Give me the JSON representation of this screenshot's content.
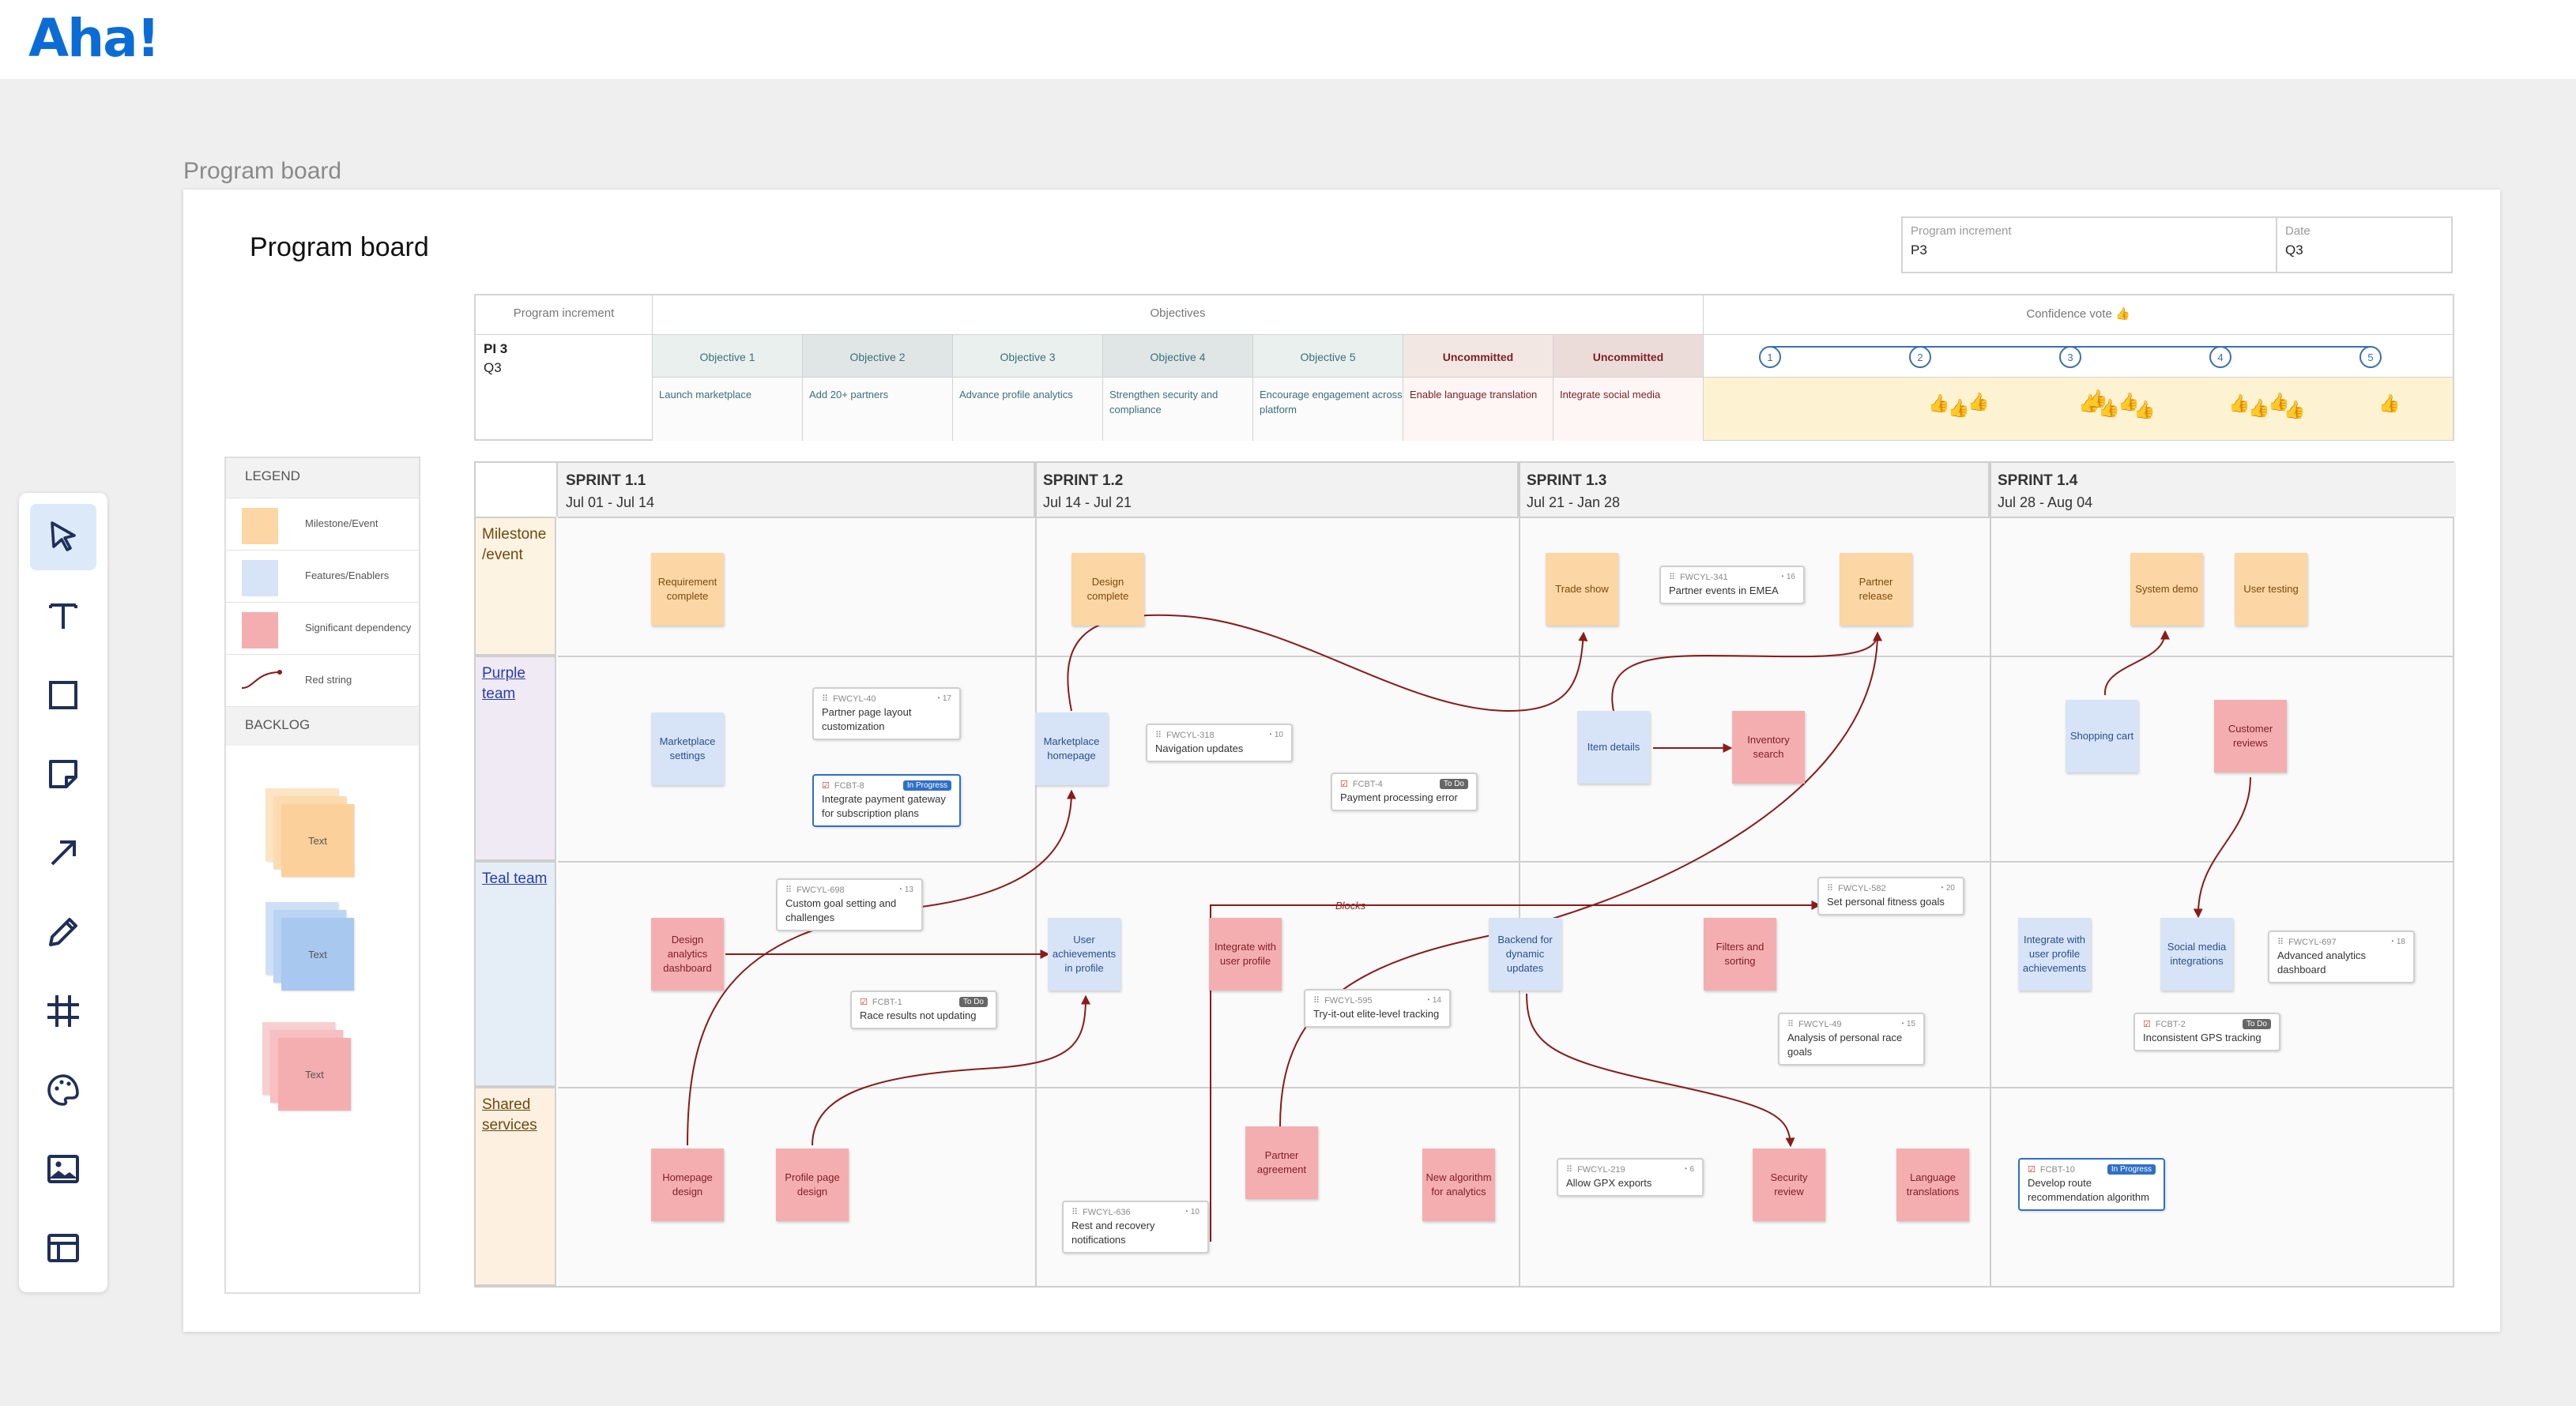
{
  "app": {
    "logo": "Aha!",
    "breadcrumb": "Program board"
  },
  "board": {
    "title": "Program board",
    "meta": [
      {
        "label": "Program increment",
        "value": "P3"
      },
      {
        "label": "Date",
        "value": "Q3"
      }
    ]
  },
  "toolbar": {
    "tools": [
      "select-icon",
      "text-icon",
      "shape-icon",
      "sticky-note-icon",
      "arrow-icon",
      "pen-icon",
      "frame-icon",
      "palette-icon",
      "image-icon",
      "template-icon"
    ],
    "active": "select-icon"
  },
  "legend": {
    "title": "LEGEND",
    "items": [
      {
        "label": "Milestone/Event",
        "color": "#fcd6a4"
      },
      {
        "label": "Features/Enablers",
        "color": "#d7e4f7"
      },
      {
        "label": "Significant dependency",
        "color": "#f5aeb0"
      },
      {
        "label": "Red string",
        "color": "#8b1a1a"
      }
    ],
    "backlog_title": "BACKLOG",
    "backlog_stacks": [
      {
        "label": "Text",
        "color": "#fcd6a4"
      },
      {
        "label": "Text",
        "color": "#a9c8ef"
      },
      {
        "label": "Text",
        "color": "#f5aeb0"
      }
    ]
  },
  "pi_table": {
    "col_program_increment": "Program increment",
    "col_objectives": "Objectives",
    "col_confidence": "Confidence vote 👍",
    "pi_name": "PI 3",
    "pi_quarter": "Q3",
    "objectives": [
      {
        "name": "Objective 1",
        "desc": "Launch marketplace"
      },
      {
        "name": "Objective 2",
        "desc": "Add 20+ partners"
      },
      {
        "name": "Objective 3",
        "desc": "Advance profile analytics"
      },
      {
        "name": "Objective 4",
        "desc": "Strengthen security and compliance"
      },
      {
        "name": "Objective 5",
        "desc": "Encourage engagement across platform"
      },
      {
        "name": "Uncommitted",
        "desc": "Enable language translation"
      },
      {
        "name": "Uncommitted",
        "desc": "Integrate social media"
      }
    ],
    "vote_scale": [
      "1",
      "2",
      "3",
      "4",
      "5"
    ],
    "vote_counts": [
      0,
      3,
      5,
      4,
      1
    ]
  },
  "sprints": [
    {
      "name": "SPRINT 1.1",
      "dates": "Jul 01 - Jul 14"
    },
    {
      "name": "SPRINT 1.2",
      "dates": "Jul 14 - Jul 21"
    },
    {
      "name": "SPRINT 1.3",
      "dates": "Jul 21 - Jan 28"
    },
    {
      "name": "SPRINT 1.4",
      "dates": "Jul 28 - Aug 04"
    }
  ],
  "rows": [
    {
      "label": "Milestone /event",
      "color": "#fdf3e2"
    },
    {
      "label": "Purple team",
      "color": "#efeaf3"
    },
    {
      "label": "Teal team",
      "color": "#e5eef7"
    },
    {
      "label": "Shared services",
      "color": "#fdf0e0"
    }
  ],
  "stickies": [
    {
      "text": "Requirement complete"
    },
    {
      "text": "Design complete"
    },
    {
      "text": "Trade show"
    },
    {
      "text": "Partner release"
    },
    {
      "text": "System demo"
    },
    {
      "text": "User testing"
    },
    {
      "text": "Marketplace settings"
    },
    {
      "text": "Marketplace homepage"
    },
    {
      "text": "Item details"
    },
    {
      "text": "Inventory search"
    },
    {
      "text": "Shopping cart"
    },
    {
      "text": "Customer reviews"
    },
    {
      "text": "Design analytics dashboard"
    },
    {
      "text": "User achievements in profile"
    },
    {
      "text": "Integrate with user profile"
    },
    {
      "text": "Backend for dynamic updates"
    },
    {
      "text": "Filters and sorting"
    },
    {
      "text": "Integrate with user profile achievements"
    },
    {
      "text": "Social media integrations"
    },
    {
      "text": "Homepage design"
    },
    {
      "text": "Profile page design"
    },
    {
      "text": "Partner agreement"
    },
    {
      "text": "New algorithm for analytics"
    },
    {
      "text": "Security review"
    },
    {
      "text": "Language translations"
    }
  ],
  "cards": [
    {
      "id": "FWCYL-341",
      "title": "Partner events in EMEA",
      "meta": "16"
    },
    {
      "id": "FWCYL-40",
      "title": "Partner page layout customization",
      "meta": "17"
    },
    {
      "id": "FCBT-8",
      "title": "Integrate payment gateway for subscription plans",
      "badge": "In Progress"
    },
    {
      "id": "FWCYL-318",
      "title": "Navigation updates",
      "meta": "10"
    },
    {
      "id": "FCBT-4",
      "title": "Payment processing error",
      "badge": "To Do"
    },
    {
      "id": "FWCYL-698",
      "title": "Custom goal setting and challenges",
      "meta": "13"
    },
    {
      "id": "FCBT-1",
      "title": "Race results not updating",
      "badge": "To Do"
    },
    {
      "id": "FWCYL-582",
      "title": "Set personal fitness goals",
      "meta": "20"
    },
    {
      "id": "FWCYL-595",
      "title": "Try-it-out elite-level tracking",
      "meta": "14"
    },
    {
      "id": "FWCYL-49",
      "title": "Analysis of personal race goals",
      "meta": "15"
    },
    {
      "id": "FWCYL-697",
      "title": "Advanced analytics dashboard",
      "meta": "18"
    },
    {
      "id": "FCBT-2",
      "title": "Inconsistent GPS tracking",
      "badge": "To Do"
    },
    {
      "id": "FWCYL-636",
      "title": "Rest and recovery notifications",
      "meta": "10"
    },
    {
      "id": "FWCYL-219",
      "title": "Allow GPX exports",
      "meta": "6"
    },
    {
      "id": "FCBT-10",
      "title": "Develop route recommendation algorithm",
      "badge": "In Progress"
    }
  ],
  "annotations": {
    "blocks_label": "Blocks"
  },
  "colors": {
    "red_string": "#8b1a1a",
    "link_blue": "#2b3ca8",
    "brand": "#0b6cd6"
  }
}
